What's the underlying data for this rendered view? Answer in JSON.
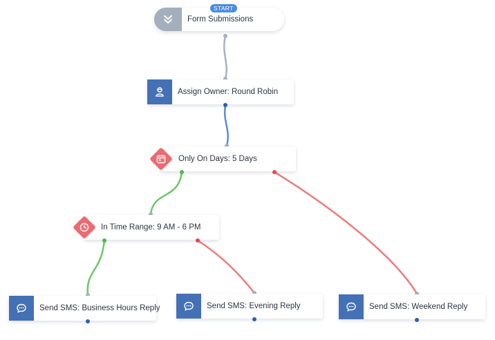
{
  "start": {
    "badge": "START",
    "label": "Form Submissions",
    "icon": "double-chevron-down-icon"
  },
  "nodes": {
    "assign_owner": {
      "label": "Assign Owner: Round Robin",
      "icon": "person-icon"
    },
    "only_on_days": {
      "label": "Only On Days: 5 Days",
      "icon": "calendar-icon"
    },
    "in_time_range": {
      "label": "In Time Range: 9 AM - 6 PM",
      "icon": "clock-icon"
    },
    "sms_business": {
      "label": "Send SMS: Business Hours Reply",
      "icon": "chat-bubble-icon"
    },
    "sms_evening": {
      "label": "Send SMS: Evening Reply",
      "icon": "chat-bubble-icon"
    },
    "sms_weekend": {
      "label": "Send SMS: Weekend Reply",
      "icon": "chat-bubble-icon"
    }
  },
  "colors": {
    "action_blue": "#4470b6",
    "condition_red": "#ee6a6f",
    "yes_green": "#6cc56c",
    "no_red": "#ef7b7b",
    "start_gray": "#a4afbd",
    "connector_gray": "#a5b2c4",
    "connector_blue": "#5c8ad6",
    "badge_blue": "#4a8be0"
  }
}
